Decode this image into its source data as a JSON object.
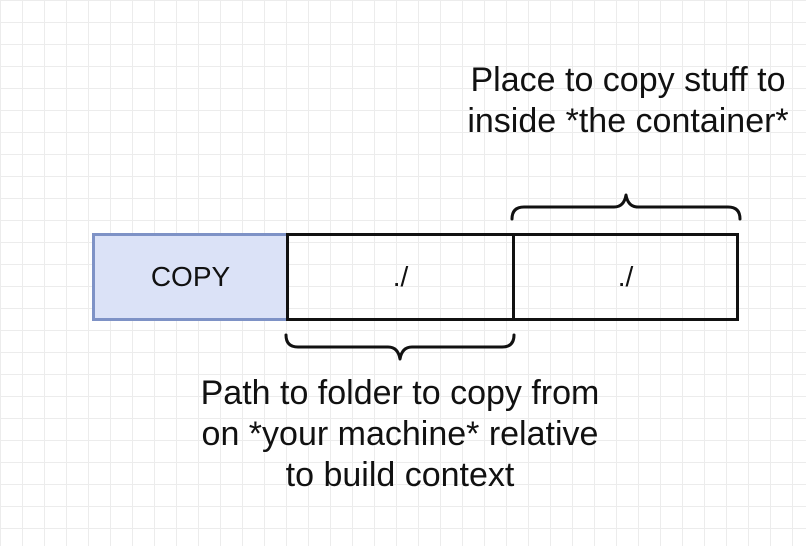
{
  "diagram": {
    "cells": [
      {
        "label": "COPY"
      },
      {
        "label": "./"
      },
      {
        "label": "./"
      }
    ],
    "annotations": {
      "top": "Place to copy stuff to inside *the container*",
      "bottom": "Path to folder to copy from on *your machine* relative to build context"
    },
    "colors": {
      "instruction_fill": "#dbe2f7",
      "instruction_border": "#7e92c6",
      "stroke": "#111111"
    }
  }
}
